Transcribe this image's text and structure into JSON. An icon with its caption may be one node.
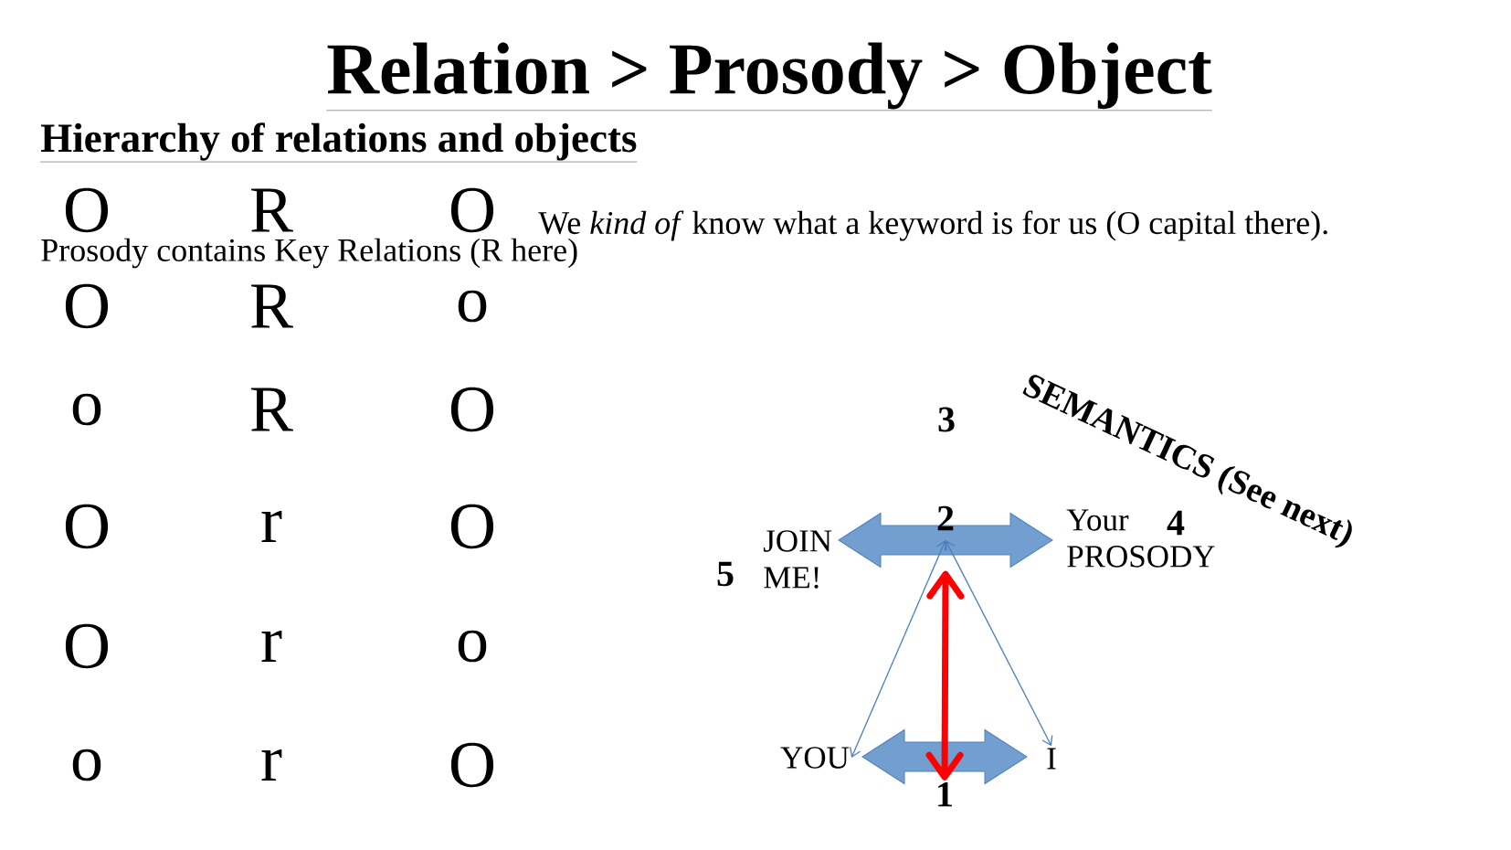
{
  "diagram": {
    "title": "Relation > Prosody > Object",
    "nodes": [
      {
        "text": [
          "2"
        ]
      },
      {
        "text": [],
        "shape": "arrow",
        "beside": [
          "1"
        ]
      },
      {
        "text": [
          "YOU"
        ]
      },
      {
        "text": [
          "I"
        ]
      }
    ],
    "edges": [
      {
        "from": 0,
        "to": 2,
        "arrow": "both"
      },
      {
        "from": 0,
        "to": 3,
        "arrow": "both"
      },
      {
        "from": 1,
        "to": 0,
        "arrow": "both",
        "style": "thick",
        "color": "#ff0000"
      }
    ],
    "labels": [
      "Hierarchy of relations and objects",
      "O",
      "R",
      "O",
      "We *kind of* know what a keyword is for us (O capital there).",
      "Prosody contains Key Relations (R here)",
      "O",
      "R",
      "o",
      "o",
      "R",
      "O",
      "O",
      "r",
      "O",
      "O",
      "r",
      "o",
      "o",
      "r",
      "O",
      "3",
      "SEMANTICS (See next)",
      "JOIN ME!",
      "5",
      "Your PROSODY",
      "4"
    ]
  }
}
